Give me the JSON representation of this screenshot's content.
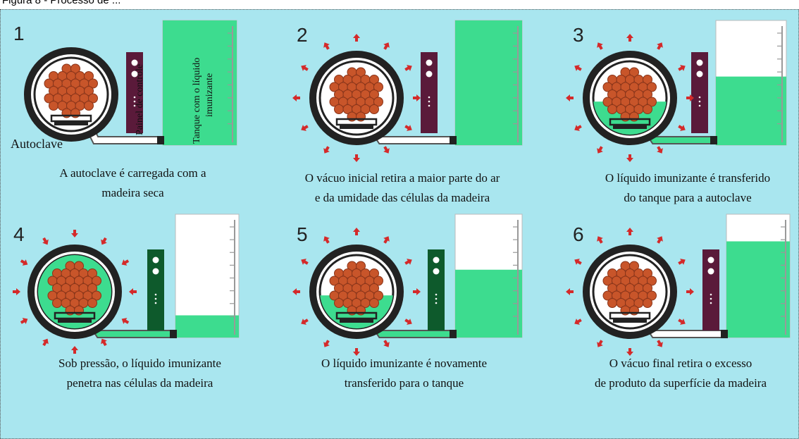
{
  "header": {
    "text": "Figura 8 - Processo de ..."
  },
  "labels": {
    "autoclave": "Autoclave",
    "control_panel": "Painel de controle",
    "tank_line1": "Tanque com o líquido",
    "tank_line2": "imunizante"
  },
  "steps": [
    {
      "number": "1",
      "caption_line1": "A autoclave é carregada com a",
      "caption_line2": "madeira seca",
      "tank_fill": 1.0,
      "chamber_fill": 0.0,
      "arrows": "none",
      "panel_color": "#5a1a3a"
    },
    {
      "number": "2",
      "caption_line1": "O vácuo inicial retira a maior parte do ar",
      "caption_line2": "e da umidade das células da madeira",
      "tank_fill": 1.0,
      "chamber_fill": 0.0,
      "arrows": "outward",
      "panel_color": "#5a1a3a"
    },
    {
      "number": "3",
      "caption_line1": "O líquido imunizante é transferido",
      "caption_line2": "do tanque para a autoclave",
      "tank_fill": 0.55,
      "chamber_fill": 0.45,
      "arrows": "outward",
      "panel_color": "#5a1a3a"
    },
    {
      "number": "4",
      "caption_line1": "Sob pressão, o líquido imunizante",
      "caption_line2": "penetra nas células da madeira",
      "tank_fill": 0.18,
      "chamber_fill": 1.0,
      "arrows": "inward",
      "panel_color": "#0e5a2c"
    },
    {
      "number": "5",
      "caption_line1": "O líquido imunizante é novamente",
      "caption_line2": "transferido para o tanque",
      "tank_fill": 0.55,
      "chamber_fill": 0.45,
      "arrows": "outward",
      "panel_color": "#0e5a2c"
    },
    {
      "number": "6",
      "caption_line1": "O vácuo final retira o excesso",
      "caption_line2": "de produto da superfície da madeira",
      "tank_fill": 0.78,
      "chamber_fill": 0.0,
      "arrows": "outward",
      "panel_color": "#5a1a3a"
    }
  ],
  "colors": {
    "liquid": "#3ddc8f",
    "background": "#a9e6ef",
    "log": "#c8552a",
    "arrow": "#d42a2a"
  }
}
